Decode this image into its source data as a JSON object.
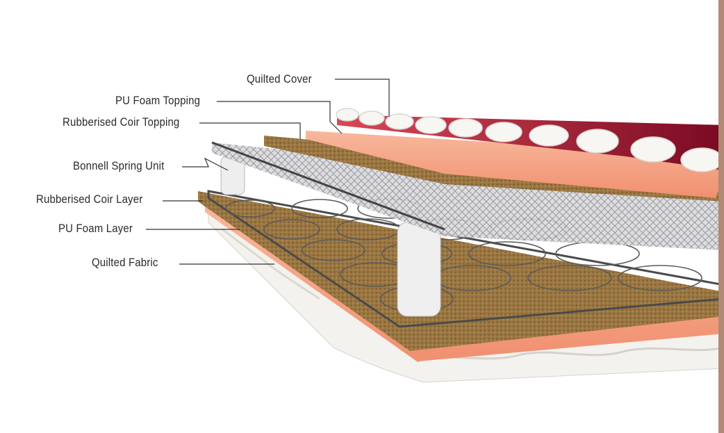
{
  "diagram": {
    "labels": {
      "quilted_cover": "Quilted Cover",
      "pu_foam_topping": "PU Foam Topping",
      "rubberised_coir_topping": "Rubberised Coir Topping",
      "bonnell_spring_unit": "Bonnell Spring Unit",
      "rubberised_coir_layer": "Rubberised Coir Layer",
      "pu_foam_layer": "PU Foam Layer",
      "quilted_fabric": "Quilted Fabric"
    },
    "colors": {
      "quilted_cover": "#8a1027",
      "pu_foam": "#f6a98a",
      "coir": "#9c7a45",
      "spring_wire": "#555555",
      "quilt_white": "#f4f2ee",
      "side_rule": "#b08a72"
    }
  }
}
